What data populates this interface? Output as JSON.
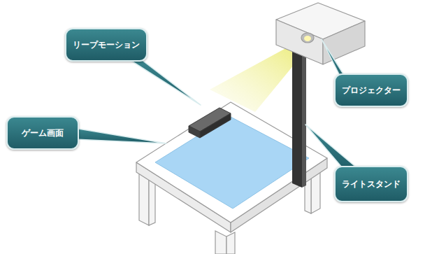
{
  "diagram": {
    "nodes": [
      {
        "text": [
          "リープモーション"
        ]
      },
      {
        "text": [
          "ゲーム画面"
        ]
      },
      {
        "text": [
          "プロジェクター"
        ]
      },
      {
        "text": [
          "ライトスタンド"
        ]
      }
    ]
  }
}
